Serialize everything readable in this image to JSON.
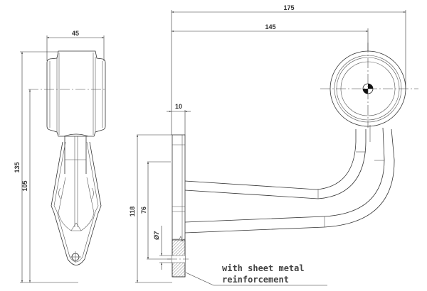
{
  "drawing": {
    "title": "Outline marker lamp with bracket — technical drawing",
    "front_view": {
      "width_dim": "45",
      "height_dims": [
        "135",
        "105"
      ]
    },
    "side_view": {
      "length_dims": [
        "175",
        "145"
      ],
      "flange_thickness_dim": "10",
      "height_dims": [
        "118",
        "76"
      ],
      "hole_dim": "Ø7"
    },
    "note": {
      "line1": "with sheet metal",
      "line2": "reinforcement"
    },
    "colors": {
      "line": "#333333",
      "background": "#ffffff"
    }
  }
}
